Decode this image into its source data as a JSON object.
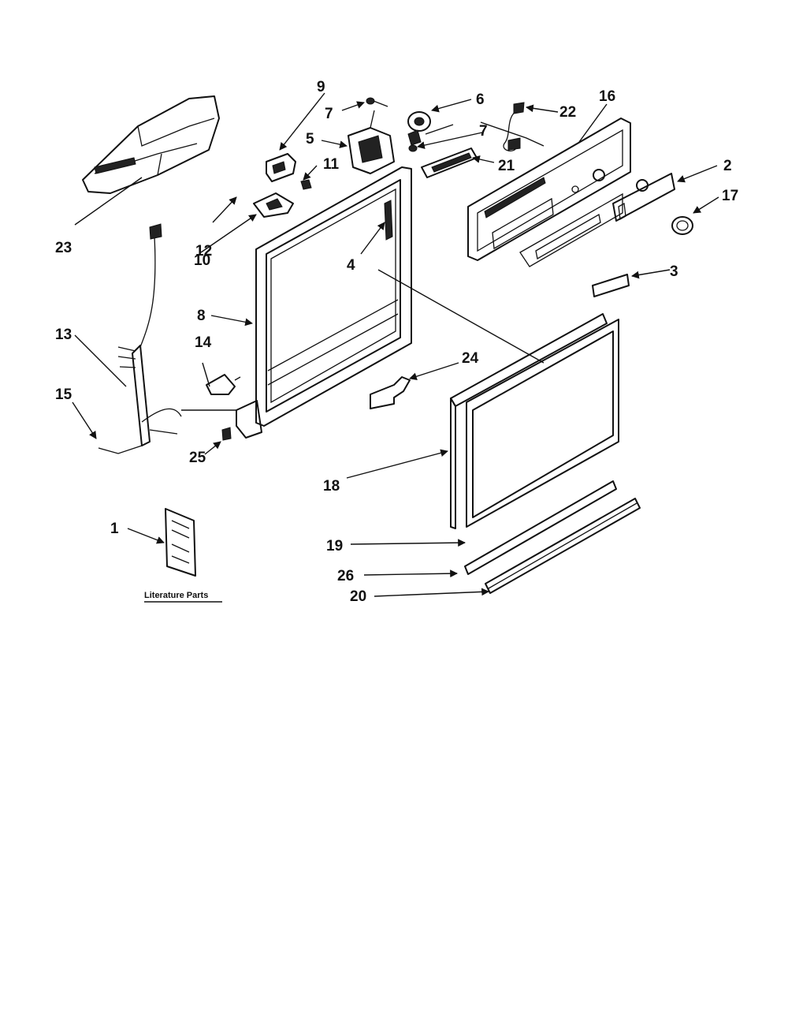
{
  "callouts": {
    "c1": "1",
    "c2": "2",
    "c3": "3",
    "c4": "4",
    "c5": "5",
    "c6": "6",
    "c7a": "7",
    "c7b": "7",
    "c8": "8",
    "c9": "9",
    "c10": "10",
    "c11": "11",
    "c12": "12",
    "c13": "13",
    "c14": "14",
    "c15": "15",
    "c16": "16",
    "c17": "17",
    "c18": "18",
    "c19": "19",
    "c20": "20",
    "c21": "21",
    "c22": "22",
    "c23": "23",
    "c24": "24",
    "c25": "25",
    "c26": "26"
  },
  "literature_caption": "Literature Parts"
}
